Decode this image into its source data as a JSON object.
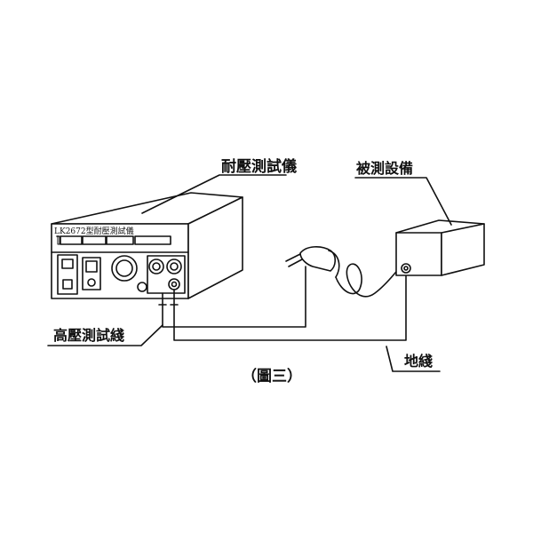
{
  "labels": {
    "tester": "耐壓測試儀",
    "device_under_test": "被測設備",
    "hv_test_lead": "高壓測試綫",
    "ground_wire": "地綫",
    "panel_model": "LK2672型耐壓測試儀",
    "caption": "（圖三）"
  },
  "colors": {
    "ink": "#111111",
    "background": "#ffffff"
  }
}
